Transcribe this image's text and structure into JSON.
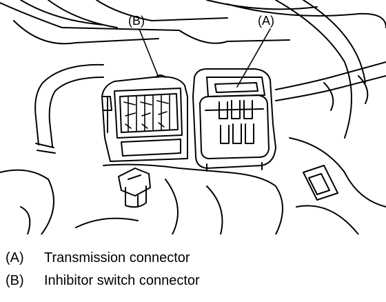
{
  "callouts": {
    "a": "(A)",
    "b": "(B)"
  },
  "legend": [
    {
      "key": "(A)",
      "text": "Transmission connector"
    },
    {
      "key": "(B)",
      "text": "Inhibitor switch connector"
    }
  ]
}
